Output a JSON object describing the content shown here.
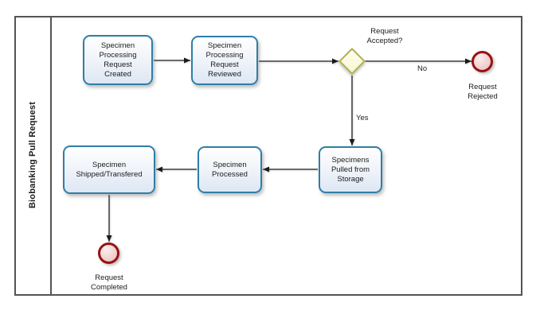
{
  "pool": {
    "lane_label": "Biobanking Pull Request"
  },
  "nodes": {
    "task_created": "Specimen\nProcessing\nRequest\nCreated",
    "task_reviewed": "Specimen\nProcessing\nRequest\nReviewed",
    "gateway_label": "Request\nAccepted?",
    "task_pulled": "Specimens\nPulled from\nStorage",
    "task_processed": "Specimen\nProcessed",
    "task_shipped": "Specimen\nShipped/Transfered",
    "event_rejected": "Request\nRejected",
    "event_completed": "Request\nCompleted"
  },
  "edge_labels": {
    "no": "No",
    "yes": "Yes"
  },
  "colors": {
    "pool_border": "#545454",
    "task_border": "#2f7ea6",
    "task_fill_top": "#ffffff",
    "task_fill_bottom": "#dde7f4",
    "gateway_border": "#b1b150",
    "gateway_fill_top": "#fefef4",
    "gateway_fill_bottom": "#f6f6cf",
    "event_border": "#991111",
    "event_fill": "#eec6c6"
  }
}
